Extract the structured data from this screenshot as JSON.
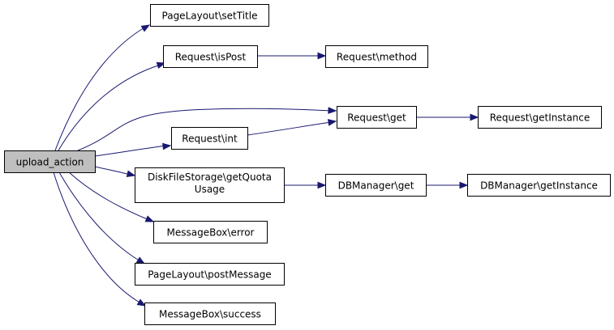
{
  "colors": {
    "edge": "#191970",
    "root_fill": "#bfbfbf",
    "node_fill": "#ffffff",
    "border": "#000000"
  },
  "nodes": [
    {
      "id": "upload_action",
      "label": "upload_action",
      "root": true
    },
    {
      "id": "pagelayout_settitle",
      "label": "PageLayout\\setTitle"
    },
    {
      "id": "request_ispost",
      "label": "Request\\isPost"
    },
    {
      "id": "request_method",
      "label": "Request\\method"
    },
    {
      "id": "request_get",
      "label": "Request\\get"
    },
    {
      "id": "request_getinstance",
      "label": "Request\\getInstance"
    },
    {
      "id": "request_int",
      "label": "Request\\int"
    },
    {
      "id": "diskfilestorage_getquotausage",
      "label": "DiskFileStorage\\getQuota Usage",
      "lines": [
        "DiskFileStorage\\getQuota",
        "Usage"
      ]
    },
    {
      "id": "dbmanager_get",
      "label": "DBManager\\get"
    },
    {
      "id": "dbmanager_getinstance",
      "label": "DBManager\\getInstance"
    },
    {
      "id": "messagebox_error",
      "label": "MessageBox\\error"
    },
    {
      "id": "pagelayout_postmessage",
      "label": "PageLayout\\postMessage"
    },
    {
      "id": "messagebox_success",
      "label": "MessageBox\\success"
    }
  ],
  "edges": [
    {
      "from": "upload_action",
      "to": "pagelayout_settitle"
    },
    {
      "from": "upload_action",
      "to": "request_ispost"
    },
    {
      "from": "upload_action",
      "to": "request_get"
    },
    {
      "from": "upload_action",
      "to": "request_int"
    },
    {
      "from": "upload_action",
      "to": "diskfilestorage_getquotausage"
    },
    {
      "from": "upload_action",
      "to": "messagebox_error"
    },
    {
      "from": "upload_action",
      "to": "pagelayout_postmessage"
    },
    {
      "from": "upload_action",
      "to": "messagebox_success"
    },
    {
      "from": "request_ispost",
      "to": "request_method"
    },
    {
      "from": "request_get",
      "to": "request_getinstance"
    },
    {
      "from": "request_int",
      "to": "request_get"
    },
    {
      "from": "diskfilestorage_getquotausage",
      "to": "dbmanager_get"
    },
    {
      "from": "dbmanager_get",
      "to": "dbmanager_getinstance"
    }
  ]
}
